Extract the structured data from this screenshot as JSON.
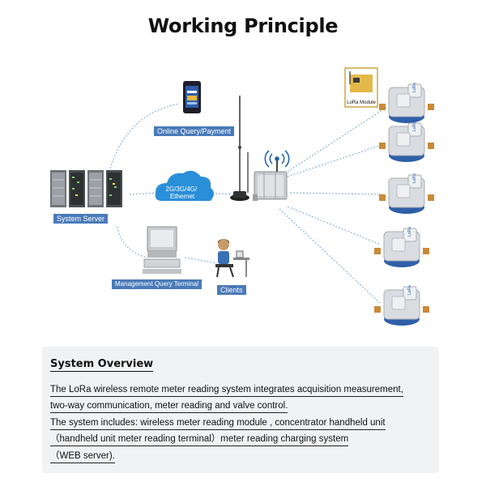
{
  "title": "Working Principle",
  "labels": {
    "online": "Online Query/Payment",
    "server": "System Server",
    "terminal": "Management Query Terminal",
    "clients": "Clients",
    "network": "2G/3G/4G/\nEthernet",
    "lora_module": "LoRa Module",
    "meter_mark": "LoRa"
  },
  "overview": {
    "title": "System Overview",
    "lines": [
      "The LoRa wireless remote meter reading system integrates acquisition measurement,",
      "two-way communication, meter reading and valve control.",
      "The system includes: wireless meter reading module , concentrator handheld unit",
      "（handheld unit meter reading terminal）meter reading charging system",
      "（WEB server)."
    ]
  },
  "colors": {
    "label_bg": "#4a7ab8",
    "cloud": "#2a8fd9",
    "link": "#8fb3d9",
    "meter_body": "#d9dde2",
    "meter_base": "#2f5fa8",
    "brass": "#c98a3a"
  }
}
